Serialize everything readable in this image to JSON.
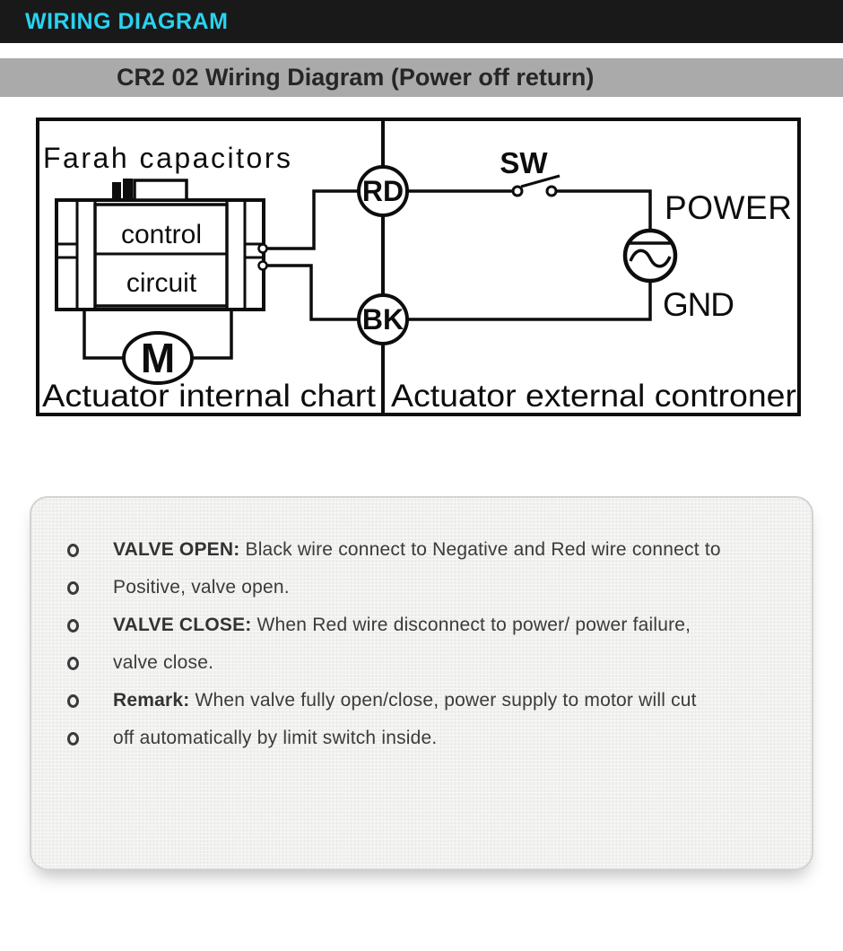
{
  "header": {
    "title": "WIRING DIAGRAM",
    "accent_color": "#29d2f0",
    "bar_color": "#191919"
  },
  "subheader": {
    "title": "CR2 02 Wiring Diagram (Power off return)",
    "bar_color": "#aaaaaa"
  },
  "diagram": {
    "stroke_color": "#0d0d0d",
    "labels": {
      "farah_capacitors": "Farah capacitors",
      "control": "control",
      "circuit": "circuit",
      "motor": "M",
      "red_wire": "RD",
      "black_wire": "BK",
      "switch": "SW",
      "power": "POWER",
      "ground": "GND",
      "internal": "Actuator internal chart",
      "external": "Actuator external controner"
    }
  },
  "notes": {
    "text_color": "#3b3b3b",
    "items": [
      {
        "bold": "VALVE OPEN:",
        "text": " Black wire connect to Negative and Red wire connect to"
      },
      {
        "bold": "",
        "text": "Positive, valve open."
      },
      {
        "bold": "VALVE CLOSE:",
        "text": " When Red wire disconnect to power/ power failure,"
      },
      {
        "bold": "",
        "text": "valve close."
      },
      {
        "bold": "Remark:",
        "text": " When valve fully open/close, power supply to motor will cut"
      },
      {
        "bold": "",
        "text": "off automatically by limit switch inside."
      }
    ]
  }
}
